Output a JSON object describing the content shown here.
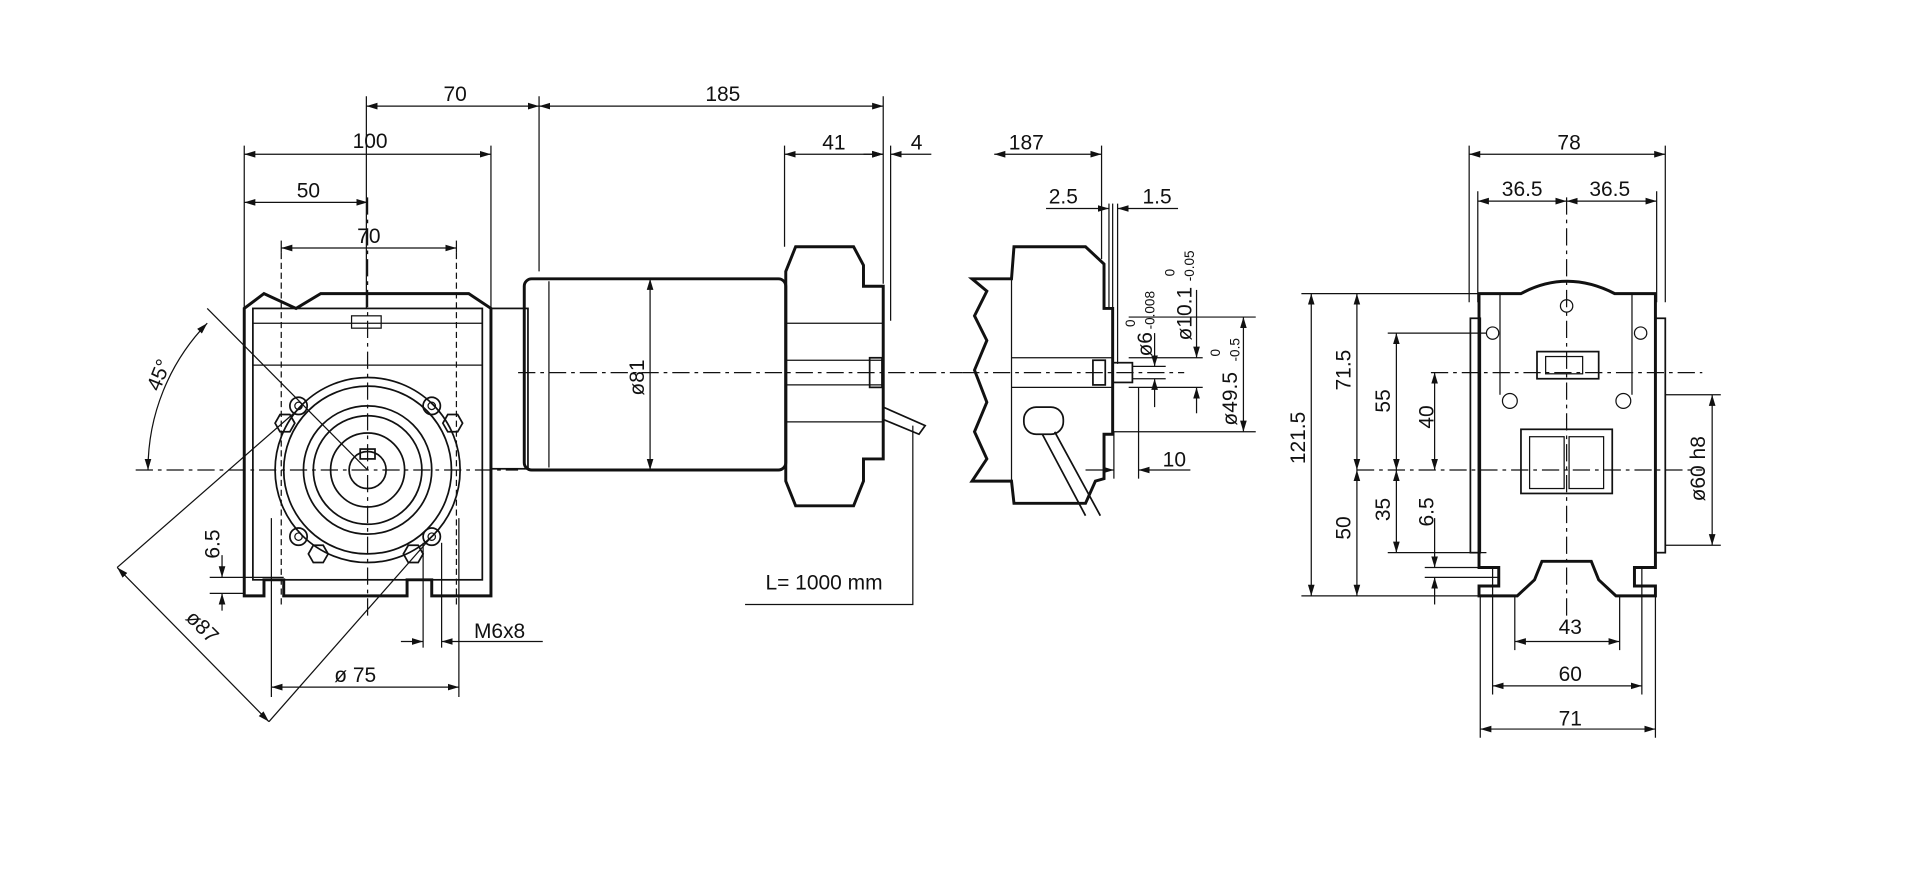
{
  "drawing": {
    "left_view": {
      "dim_70_top": "70",
      "dim_185": "185",
      "dim_100": "100",
      "dim_41": "41",
      "dim_4": "4",
      "dim_50": "50",
      "dim_70_holes": "70",
      "angle_45": "45°",
      "dim_6_5": "6.5",
      "dia_87": "ø87",
      "thread_m6x8": "M6x8",
      "dia_75": "ø 75",
      "dia_81": "ø81",
      "cable_length": "L= 1000 mm"
    },
    "middle_view": {
      "dim_187": "187",
      "dim_2_5": "2.5",
      "dim_1_5": "1.5",
      "dia_6": "ø6",
      "dia_6_tol_upper": "0",
      "dia_6_tol_lower": "-0.008",
      "dia_10_1": "ø10.1",
      "dia_10_1_tol_upper": "0",
      "dia_10_1_tol_lower": "-0.05",
      "dia_49_5": "ø49.5",
      "dia_49_5_tol_upper": "0",
      "dia_49_5_tol_lower": "-0.5",
      "dim_10": "10"
    },
    "right_view": {
      "dim_78": "78",
      "dim_36_5_left": "36.5",
      "dim_36_5_right": "36.5",
      "dim_121_5": "121.5",
      "dim_71_5": "71.5",
      "dim_55": "55",
      "dim_40": "40",
      "dim_50": "50",
      "dim_35": "35",
      "dim_6_5": "6.5",
      "dia_60_h8": "ø60 h8",
      "dim_43": "43",
      "dim_60": "60",
      "dim_71": "71"
    }
  }
}
